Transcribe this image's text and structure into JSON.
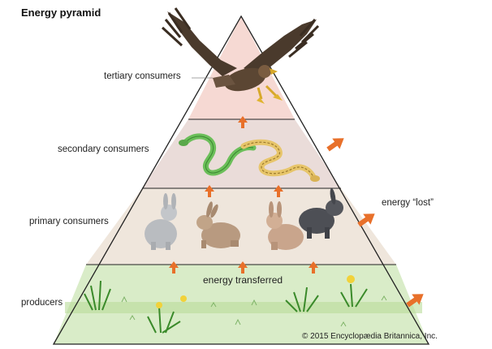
{
  "title": "Energy pyramid",
  "levels": {
    "tertiary": "tertiary consumers",
    "secondary": "secondary consumers",
    "primary": "primary consumers",
    "producers": "producers"
  },
  "energy_lost_label": "energy “lost”",
  "energy_transferred_label": "energy transferred",
  "copyright": "© 2015 Encyclopædia Britannica, Inc.",
  "colors": {
    "tertiary_band": "#f6d9d3",
    "secondary_band": "#eadcd9",
    "primary_band": "#efe6dc",
    "producers_band": "#d9ecc8",
    "arrow_orange": "#e8702a",
    "outline": "#222222"
  }
}
